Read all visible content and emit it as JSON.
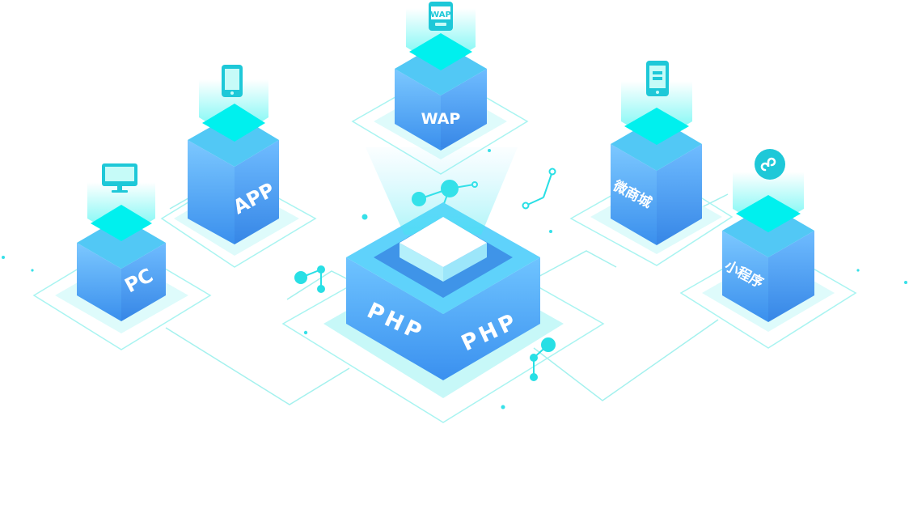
{
  "nodes": {
    "pc": {
      "label": "PC",
      "device": "monitor-icon"
    },
    "app": {
      "label": "APP",
      "device": "phone-icon"
    },
    "wap": {
      "label": "WAP",
      "device": "phone-icon",
      "badge": "WAP"
    },
    "weishangcheng": {
      "label": "微商城",
      "device": "phone-icon"
    },
    "xiaochengxu": {
      "label": "小程序",
      "device": "mini-program-icon"
    }
  },
  "core": {
    "label_left": "PHP",
    "label_right": "PHP"
  },
  "colors": {
    "cube_side_top": "#6fc0ff",
    "cube_side_bottom": "#3b93ee",
    "cube_top": "#00f0ee",
    "glow": "#3ff0ee",
    "outline": "#9ff3f1",
    "plate": "#dcfbfb"
  }
}
